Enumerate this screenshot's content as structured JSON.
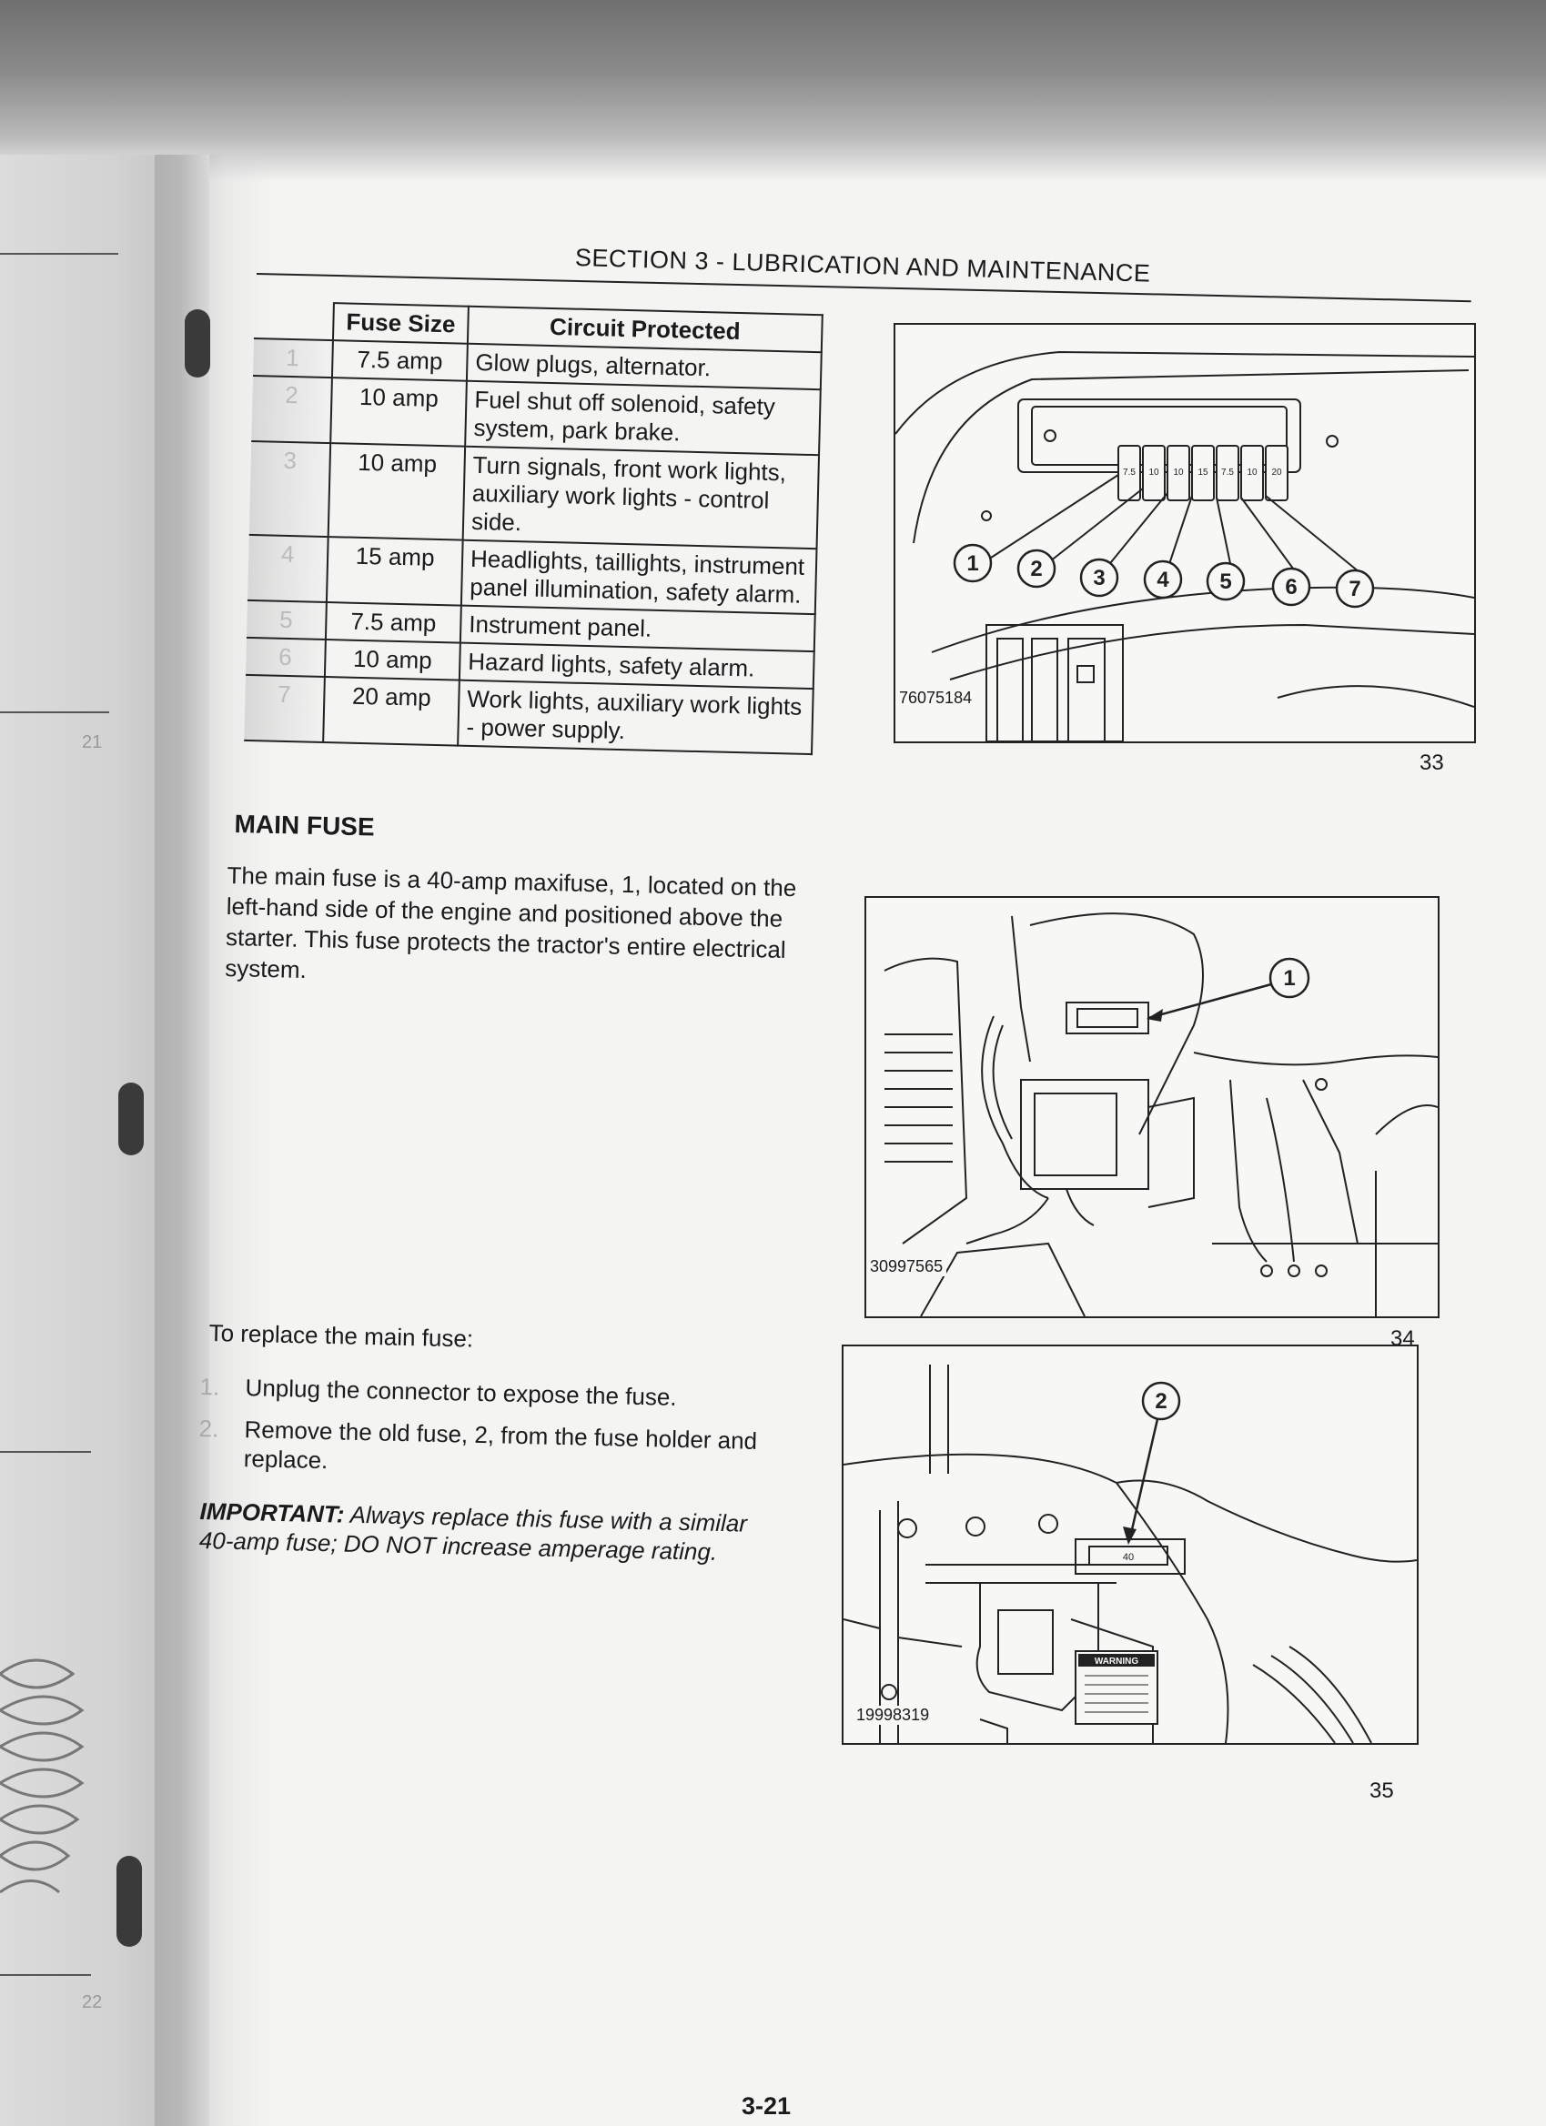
{
  "header": {
    "title": "SECTION 3 - LUBRICATION AND MAINTENANCE"
  },
  "fuse_table": {
    "columns": [
      "Fuse Size",
      "Circuit Protected"
    ],
    "rows": [
      {
        "num": "1",
        "size": "7.5 amp",
        "circuit": "Glow plugs, alternator."
      },
      {
        "num": "2",
        "size": "10 amp",
        "circuit": "Fuel shut off solenoid, safety system, park brake."
      },
      {
        "num": "3",
        "size": "10 amp",
        "circuit": "Turn signals, front work lights, auxiliary work lights - control side."
      },
      {
        "num": "4",
        "size": "15 amp",
        "circuit": "Headlights, taillights, instrument panel illumination, safety alarm."
      },
      {
        "num": "5",
        "size": "7.5 amp",
        "circuit": "Instrument panel."
      },
      {
        "num": "6",
        "size": "10 amp",
        "circuit": "Hazard lights, safety alarm."
      },
      {
        "num": "7",
        "size": "20 amp",
        "circuit": "Work lights, auxiliary work lights - power supply."
      }
    ]
  },
  "main_fuse": {
    "heading": "MAIN FUSE",
    "paragraph": "The main fuse is a 40-amp maxifuse, 1, located on the left-hand side of the engine and positioned above the starter. This fuse protects the tractor's entire electrical system."
  },
  "replace": {
    "heading": "To replace the main fuse:",
    "steps": [
      {
        "num": "1.",
        "text": "Unplug the connector to expose the fuse."
      },
      {
        "num": "2.",
        "text": "Remove the old fuse, 2, from the fuse holder and replace."
      }
    ],
    "important_label": "IMPORTANT:",
    "important_text": " Always replace this fuse with a similar 40-amp fuse; DO NOT increase amperage rating."
  },
  "figures": [
    {
      "id": "76075184",
      "number": "33",
      "callouts": [
        "1",
        "2",
        "3",
        "4",
        "5",
        "6",
        "7"
      ]
    },
    {
      "id": "30997565",
      "number": "34",
      "callouts": [
        "1"
      ]
    },
    {
      "id": "19998319",
      "number": "35",
      "callouts": [
        "2"
      ],
      "warning_label": "WARNING",
      "fuse_label": "40"
    }
  ],
  "fuse_block_labels": [
    "7.5",
    "10",
    "10",
    "15",
    "7.5",
    "10",
    "20"
  ],
  "left_page": {
    "page_numbers": [
      "21",
      "22"
    ]
  },
  "footer": {
    "page_number": "3-21"
  }
}
